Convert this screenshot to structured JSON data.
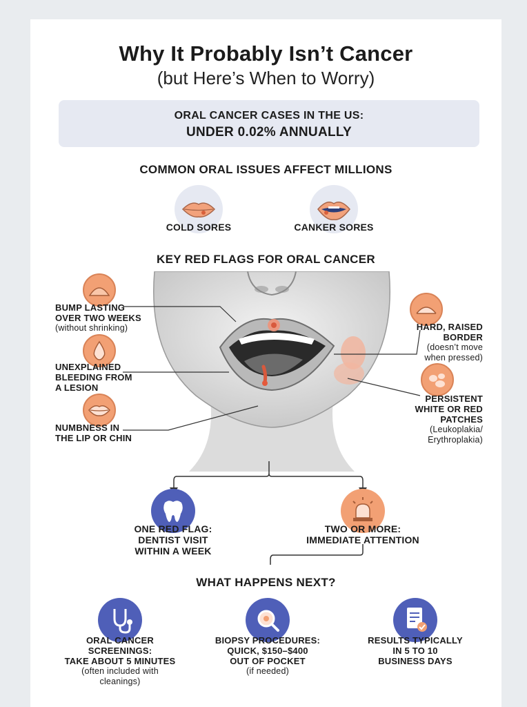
{
  "header": {
    "title": "Why It Probably Isn’t Cancer",
    "subtitle": "(but Here’s When to Worry)"
  },
  "banner": {
    "line1": "ORAL CANCER CASES IN THE US:",
    "line2": "UNDER 0.02% ANNUALLY"
  },
  "common": {
    "heading": "COMMON ORAL ISSUES AFFECT MILLIONS",
    "items": [
      {
        "label": "COLD SORES",
        "icon": "lip-cold-sore-icon"
      },
      {
        "label": "CANKER SORES",
        "icon": "mouth-canker-sore-icon"
      }
    ]
  },
  "red_flags": {
    "heading": "KEY RED FLAGS FOR ORAL CANCER",
    "left": [
      {
        "line1": "BUMP LASTING",
        "line2": "OVER TWO WEEKS",
        "note": "(without shrinking)",
        "icon": "bump-icon"
      },
      {
        "line1": "UNEXPLAINED",
        "line2": "BLEEDING FROM",
        "line3": "A LESION",
        "icon": "blood-drop-icon"
      },
      {
        "line1": "NUMBNESS IN",
        "line2": "THE LIP OR CHIN",
        "icon": "lips-icon"
      }
    ],
    "right": [
      {
        "line1": "HARD, RAISED",
        "line2": "BORDER",
        "note1": "(doesn’t move",
        "note2": "when pressed)",
        "icon": "raised-border-icon"
      },
      {
        "line1": "PERSISTENT",
        "line2": "WHITE OR RED",
        "line3": "PATCHES",
        "note1": "(Leukoplakia/",
        "note2": "Erythroplakia)",
        "icon": "patches-icon"
      }
    ]
  },
  "decision": {
    "one": {
      "line1": "ONE RED FLAG:",
      "line2": "DENTIST VISIT",
      "line3": "WITHIN A WEEK",
      "icon": "tooth-icon"
    },
    "two": {
      "line1": "TWO OR MORE:",
      "line2": "IMMEDIATE ATTENTION",
      "icon": "alarm-light-icon"
    }
  },
  "next": {
    "heading": "WHAT HAPPENS NEXT?",
    "items": [
      {
        "line1": "ORAL CANCER",
        "line2": "SCREENINGS:",
        "line3": "TAKE ABOUT 5 MINUTES",
        "note1": "(often included with",
        "note2": "cleanings)",
        "icon": "stethoscope-icon"
      },
      {
        "line1": "BIOPSY PROCEDURES:",
        "line2": "QUICK, $150–$400",
        "line3": "OUT OF POCKET",
        "note1": "(if needed)",
        "icon": "magnifier-icon"
      },
      {
        "line1": "RESULTS TYPICALLY",
        "line2": "IN 5 TO 10",
        "line3": "BUSINESS DAYS",
        "icon": "report-icon"
      }
    ]
  },
  "colors": {
    "accent_orange": "#f2a074",
    "accent_blue": "#4f5fb8",
    "banner_bg": "#e6e9f2"
  }
}
